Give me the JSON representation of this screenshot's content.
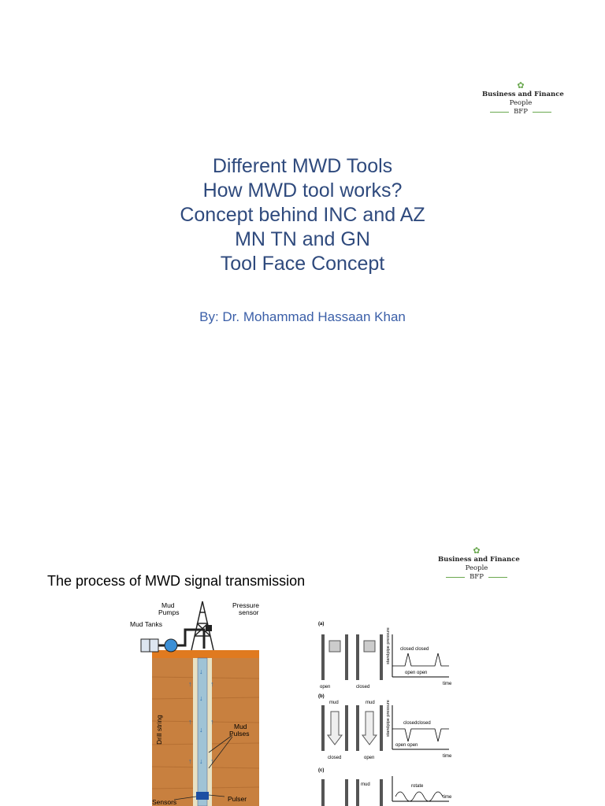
{
  "slide1": {
    "logo": {
      "line1": "Business and Finance",
      "line2": "People",
      "line3": "BFP"
    },
    "title_lines": [
      "Different MWD Tools",
      "How MWD tool works?",
      "Concept behind INC and AZ",
      "MN TN and GN",
      "Tool Face Concept"
    ],
    "byline": "By: Dr. Mohammad Hassaan Khan"
  },
  "slide2": {
    "logo": {
      "line1": "Business and Finance",
      "line2": "People",
      "line3": "BFP"
    },
    "heading": "The process of MWD signal transmission",
    "left_figure_labels": {
      "mud_pumps": "Mud Pumps",
      "pressure_sensor": "Pressure sensor",
      "mud_tanks": "Mud Tanks",
      "drill_string": "Drill string",
      "mud_pulses": "Mud Pulses",
      "sensors": "Sensors",
      "pulser": "Pulser"
    },
    "right_figure_labels": {
      "panel_a": "(a)",
      "panel_b": "(b)",
      "panel_c": "(c)",
      "mud": "mud",
      "open": "open",
      "closed": "closed",
      "standpipe_pressure": "standpipe pressure",
      "closed_closed": "closed closed",
      "closed_closed_b": "closedclosed",
      "open_open": "open  open",
      "time": "time",
      "rotate": "rotate"
    }
  }
}
